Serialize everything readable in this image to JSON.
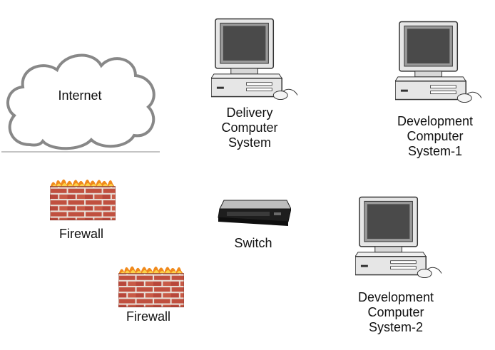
{
  "internet": {
    "label": "Internet"
  },
  "delivery": {
    "label_lines": [
      "Delivery",
      "Computer",
      "System"
    ]
  },
  "dev1": {
    "label_lines": [
      "Development",
      "Computer",
      "System-1"
    ]
  },
  "dev2": {
    "label_lines": [
      "Development",
      "Computer",
      "System-2"
    ]
  },
  "switch": {
    "label": "Switch"
  },
  "firewall_1": {
    "label": "Firewall"
  },
  "firewall_2": {
    "label": "Firewall"
  },
  "colors": {
    "brick": "#c0503f",
    "mortar": "#e8e0d8",
    "flame": "#f08a1c",
    "screen": "#4a4a4a",
    "monitor": "#e6e6e6",
    "outline": "#333333"
  }
}
